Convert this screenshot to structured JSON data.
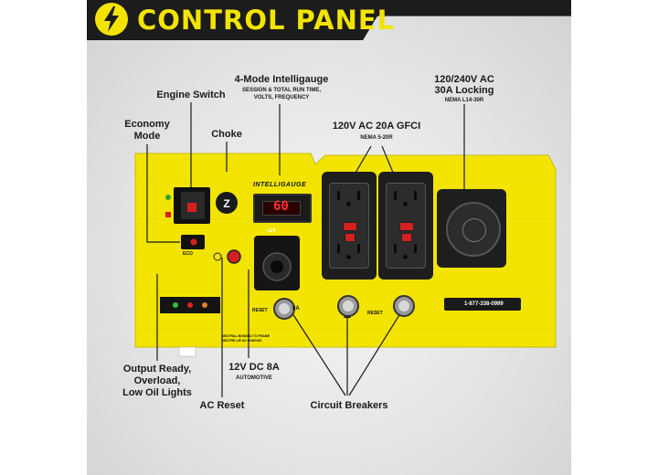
{
  "header": {
    "title": "CONTROL PANEL",
    "logo_icon": "lightning-bolt-icon",
    "accent_color": "#f3e400",
    "banner_color": "#1c1c1c"
  },
  "panel_color": "#f3e400",
  "callouts": {
    "intelligauge": {
      "title": "4-Mode Intelligauge",
      "sub1": "SESSION & TOTAL RUN TIME,",
      "sub2": "VOLTS, FREQUENCY"
    },
    "engine_switch": {
      "title": "Engine Switch"
    },
    "economy_mode": {
      "line1": "Economy",
      "line2": "Mode"
    },
    "choke": {
      "title": "Choke"
    },
    "gfci": {
      "title": "120V AC 20A GFCI",
      "sub": "NEMA 5-20R"
    },
    "locking": {
      "line1": "120/240V AC",
      "line2": "30A Locking",
      "sub": "NEMA L14-30R"
    },
    "lights": {
      "line1": "Output Ready,",
      "line2": "Overload,",
      "line3": "Low Oil Lights"
    },
    "ac_reset": {
      "title": "AC Reset"
    },
    "dc": {
      "title": "12V DC 8A",
      "sub": "AUTOMOTIVE"
    },
    "breakers": {
      "title": "Circuit Breakers"
    }
  },
  "panel": {
    "brand_display": "INTELLIGAUGE",
    "display_value": "60",
    "phone": "1-877-338-0999",
    "eco_label": "ECO",
    "dc_label": "12V",
    "breaker_8a": "8A",
    "reset_label": "RESET",
    "neutral_text": "NEUTRAL BONDED TO FRAME",
    "neutral_text2": "NEUTRE LIÉ AU CHÂSSIS"
  }
}
